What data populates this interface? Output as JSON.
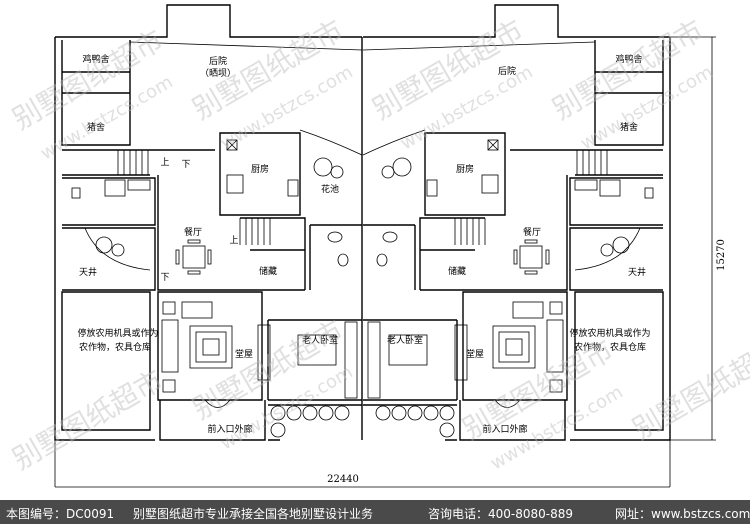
{
  "plan": {
    "rooms_left": {
      "chicken": "鸡鸭舍",
      "pig": "猪舍",
      "backyard": "后院",
      "backyard_note": "（晒坝）",
      "kitchen": "厨房",
      "flower_pond": "花池",
      "dining": "餐厅",
      "skywell": "天井",
      "storage": "储藏",
      "farm_storage_1": "停放农用机具或作为",
      "farm_storage_2": "农作物，农具仓库",
      "main_hall": "堂屋",
      "elder_bedroom": "老人卧室",
      "front_corridor": "前入口外廊"
    },
    "rooms_right": {
      "chicken": "鸡鸭舍",
      "pig": "猪舍",
      "backyard": "后院",
      "kitchen": "厨房",
      "dining": "餐厅",
      "skywell": "天井",
      "storage": "储藏",
      "farm_storage_1": "停放农用机具或作为",
      "farm_storage_2": "农作物，农具仓库",
      "main_hall": "堂屋",
      "elder_bedroom": "老人卧室",
      "front_corridor": "前入口外廊"
    },
    "stair_up": "上",
    "stair_down": "下",
    "dim_width": "22440",
    "dim_depth": "15270"
  },
  "watermark": {
    "cn": "别墅图纸超市",
    "url": "www.bstzcs.com"
  },
  "footer": {
    "code": "本图编号：DC0091",
    "service": "别墅图纸超市专业承接全国各地别墅设计业务",
    "phone": "咨询电话：400-8080-889",
    "site": "网址：www.bstzcs.com"
  }
}
